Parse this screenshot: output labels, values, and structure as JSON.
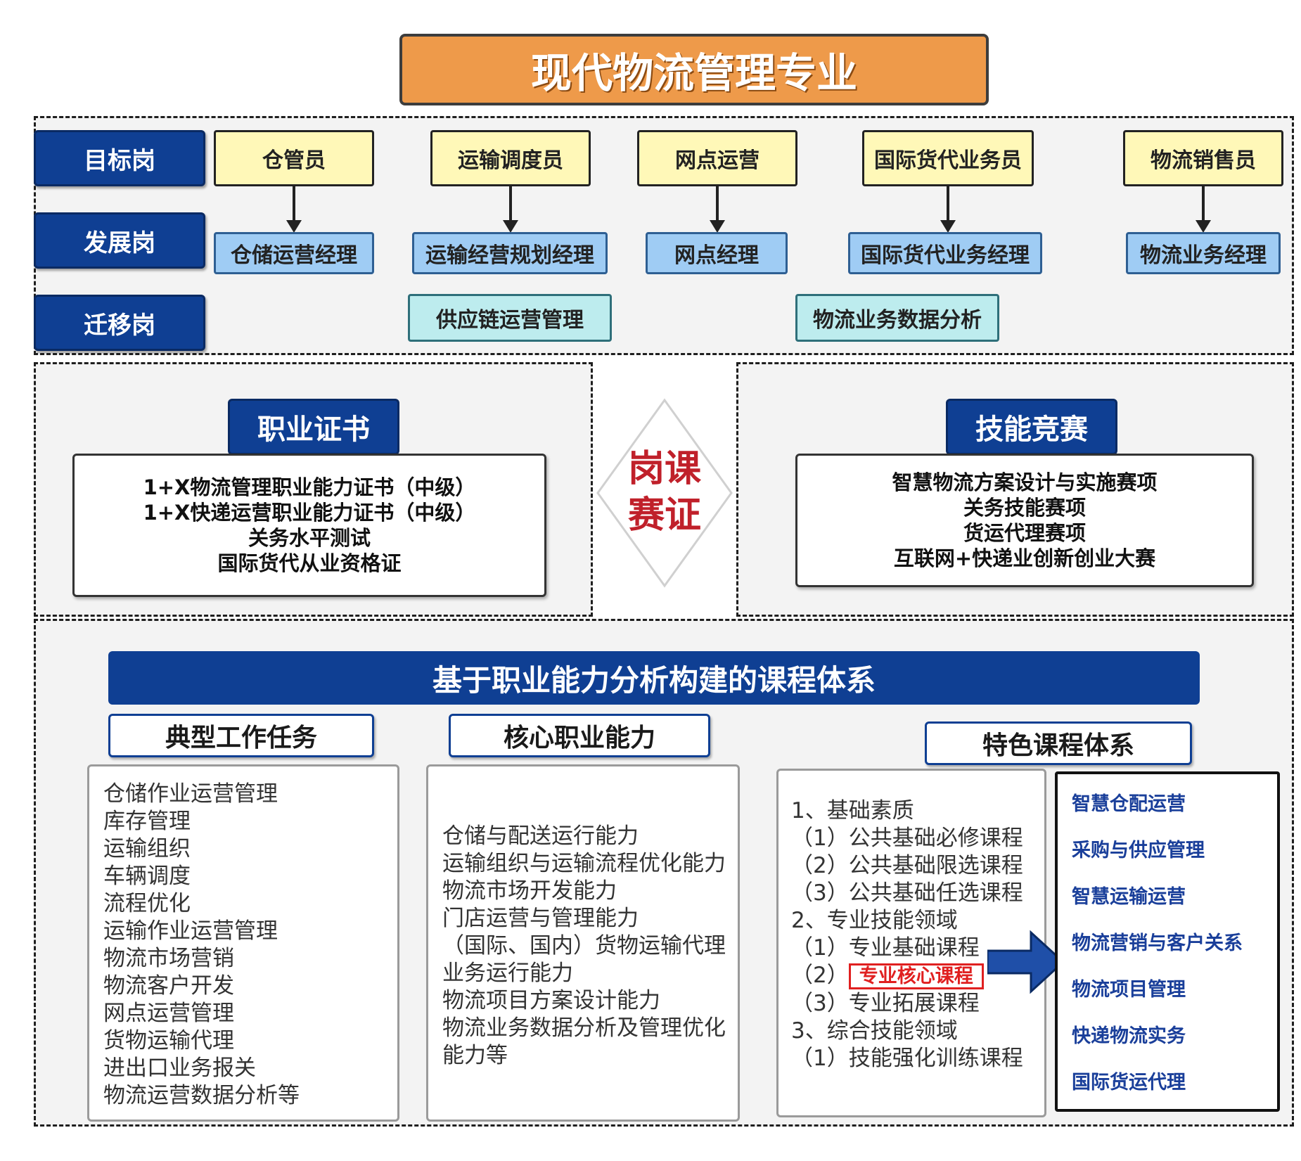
{
  "title": "现代物流管理专业",
  "rows": {
    "target_label": "目标岗",
    "development_label": "发展岗",
    "migration_label": "迁移岗"
  },
  "target_jobs": [
    "仓管员",
    "运输调度员",
    "网点运营",
    "国际货代业务员",
    "物流销售员"
  ],
  "development_jobs": [
    "仓储运营经理",
    "运输经营规划经理",
    "网点经理",
    "国际货代业务经理",
    "物流业务经理"
  ],
  "migration_jobs": [
    "供应链运营管理",
    "物流业务数据分析"
  ],
  "certificate": {
    "header": "职业证书",
    "items": [
      "1+X物流管理职业能力证书（中级）",
      "1+X快递运营职业能力证书（中级）",
      "关务水平测试",
      "国际货代从业资格证"
    ]
  },
  "center_diamond": {
    "line1": "岗课",
    "line2": "赛证"
  },
  "competition": {
    "header": "技能竞赛",
    "items": [
      "智慧物流方案设计与实施赛项",
      "关务技能赛项",
      "货运代理赛项",
      "互联网+快递业创新创业大赛"
    ]
  },
  "curriculum": {
    "banner": "基于职业能力分析构建的课程体系",
    "tasks_header": "典型工作任务",
    "tasks": [
      "仓储作业运营管理",
      "库存管理",
      "运输组织",
      "车辆调度",
      "流程优化",
      "运输作业运营管理",
      "物流市场营销",
      "物流客户开发",
      "网点运营管理",
      "货物运输代理",
      "进出口业务报关",
      "物流运营数据分析等"
    ],
    "abilities_header": "核心职业能力",
    "abilities": [
      "仓储与配送运行能力",
      "运输组织与运输流程优化能力",
      "物流市场开发能力",
      "门店运营与管理能力",
      "（国际、国内）货物运输代理",
      "业务运行能力",
      "物流项目方案设计能力",
      "物流业务数据分析及管理优化",
      "能力等"
    ],
    "featured_header": "特色课程体系",
    "structure": {
      "s1": "1、基础素质",
      "s1_1": "（1）公共基础必修课程",
      "s1_2": "（2）公共基础限选课程",
      "s1_3": "（3）公共基础任选课程",
      "s2": "2、专业技能领域",
      "s2_1": "（1）专业基础课程",
      "s2_2_prefix": "（2）",
      "s2_2_highlight": "专业核心课程",
      "s2_3": "（3）专业拓展课程",
      "s3": "3、综合技能领域",
      "s3_1": "（1）技能强化训练课程"
    },
    "core_courses": [
      "智慧仓配运营",
      "采购与供应管理",
      "智慧运输运营",
      "物流营销与客户关系",
      "物流项目管理",
      "快递物流实务",
      "国际货运代理"
    ]
  },
  "colors": {
    "title_bg": "#ee9a4a",
    "navy": "#0f3f93",
    "target_bg": "#fff8b8",
    "dev_bg": "#9fccf4",
    "mig_bg": "#bdecee",
    "center_red": "#c0202a",
    "highlight_red": "#e02020"
  }
}
